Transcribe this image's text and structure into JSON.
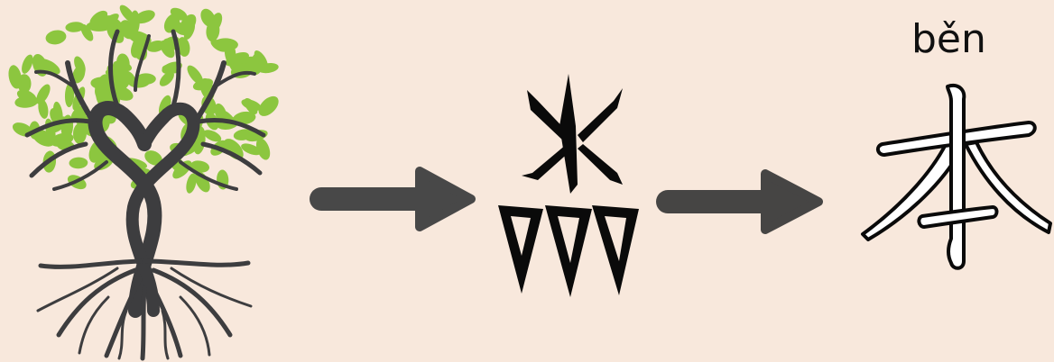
{
  "pinyin": "běn",
  "colors": {
    "background": "#f8e8dc",
    "leaf": "#8cc63f",
    "trunk": "#3d3d3f",
    "arrow": "#444444",
    "glyph": "#111111"
  },
  "icons": [
    "tree-icon",
    "arrow-right-icon",
    "oracle-bone-glyph",
    "arrow-right-icon",
    "character-ben-glyph"
  ]
}
